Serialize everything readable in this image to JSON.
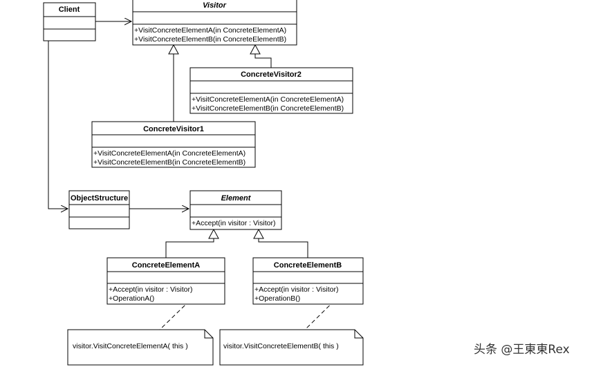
{
  "classes": {
    "client": {
      "name": "Client"
    },
    "visitor": {
      "name": "Visitor",
      "methods": [
        "+VisitConcreteElementA(in ConcreteElementA)",
        "+VisitConcreteElementB(in ConcreteElementB)"
      ]
    },
    "concrete_visitor_2": {
      "name": "ConcreteVisitor2",
      "methods": [
        "+VisitConcreteElementA(in ConcreteElementA)",
        "+VisitConcreteElementB(in ConcreteElementB)"
      ]
    },
    "concrete_visitor_1": {
      "name": "ConcreteVisitor1",
      "methods": [
        "+VisitConcreteElementA(in ConcreteElementA)",
        "+VisitConcreteElementB(in ConcreteElementB)"
      ]
    },
    "object_structure": {
      "name": "ObjectStructure"
    },
    "element": {
      "name": "Element",
      "methods": [
        "+Accept(in visitor : Visitor)"
      ]
    },
    "concrete_element_a": {
      "name": "ConcreteElementA",
      "methods": [
        "+Accept(in visitor : Visitor)",
        "+OperationA()"
      ]
    },
    "concrete_element_b": {
      "name": "ConcreteElementB",
      "methods": [
        "+Accept(in visitor : Visitor)",
        "+OperationB()"
      ]
    }
  },
  "notes": {
    "note_a": "visitor.VisitConcreteElementA( this )",
    "note_b": "visitor.VisitConcreteElementB( this )"
  },
  "watermark": "头条 @王東東Rex"
}
